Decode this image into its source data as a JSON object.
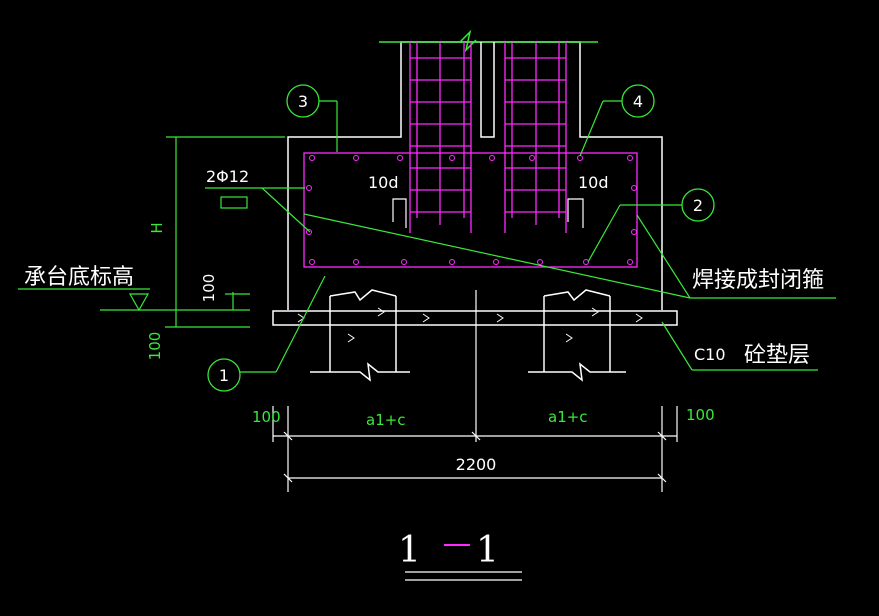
{
  "colors": {
    "background": "#000000",
    "concrete": "#ffffff",
    "rebar": "#ff2bff",
    "annotation": "#39e83a",
    "dimension": "#ffffff"
  },
  "callouts": {
    "c1": "1",
    "c2": "2",
    "c3": "3",
    "c4": "4"
  },
  "labels": {
    "rebar_spec": "2Φ12",
    "anchor_left": "10d",
    "anchor_right": "10d",
    "height_symbol": "H",
    "height_100": "100",
    "bottom_elev": "承台底标高",
    "closed_stirrup": "焊接成封闭箍",
    "bedding_grade": "C10",
    "bedding_layer": "砼垫层",
    "pad_thickness": "100"
  },
  "dimensions": {
    "left_100": "100",
    "a1c_left": "a1+c",
    "a1c_right": "a1+c",
    "right_100": "100",
    "total": "2200"
  },
  "section_title": {
    "left": "1",
    "right": "1"
  }
}
